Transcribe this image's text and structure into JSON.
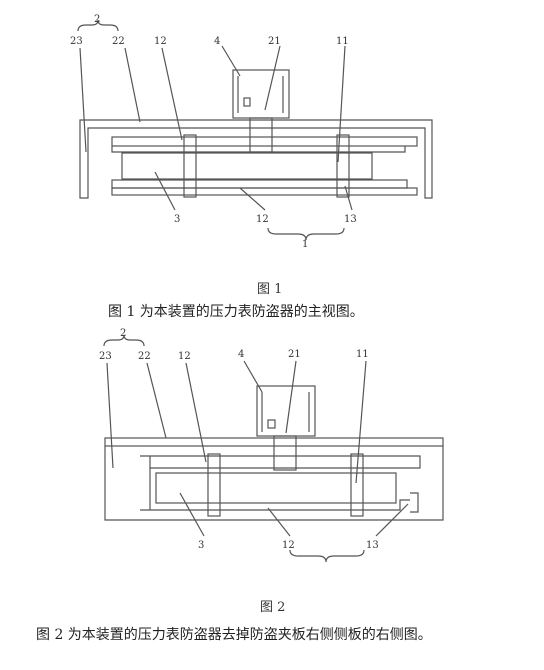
{
  "figure1": {
    "labels": {
      "group2": "2",
      "part23": "23",
      "part22": "22",
      "part12": "12",
      "part4": "4",
      "part21": "21",
      "part11": "11",
      "part3": "3",
      "part12b": "12",
      "part13": "13",
      "group1": "1"
    },
    "fig_label": "图 1",
    "caption": "图 1 为本装置的压力表防盗器的主视图。"
  },
  "figure2": {
    "labels": {
      "group2": "2",
      "part23": "23",
      "part22": "22",
      "part12": "12",
      "part4": "4",
      "part21": "21",
      "part11": "11",
      "part3": "3",
      "part12b": "12",
      "part13": "13"
    },
    "fig_label": "图 2",
    "caption": "图 2 为本装置的压力表防盗器去掉防盗夹板右侧侧板的右侧图。"
  }
}
